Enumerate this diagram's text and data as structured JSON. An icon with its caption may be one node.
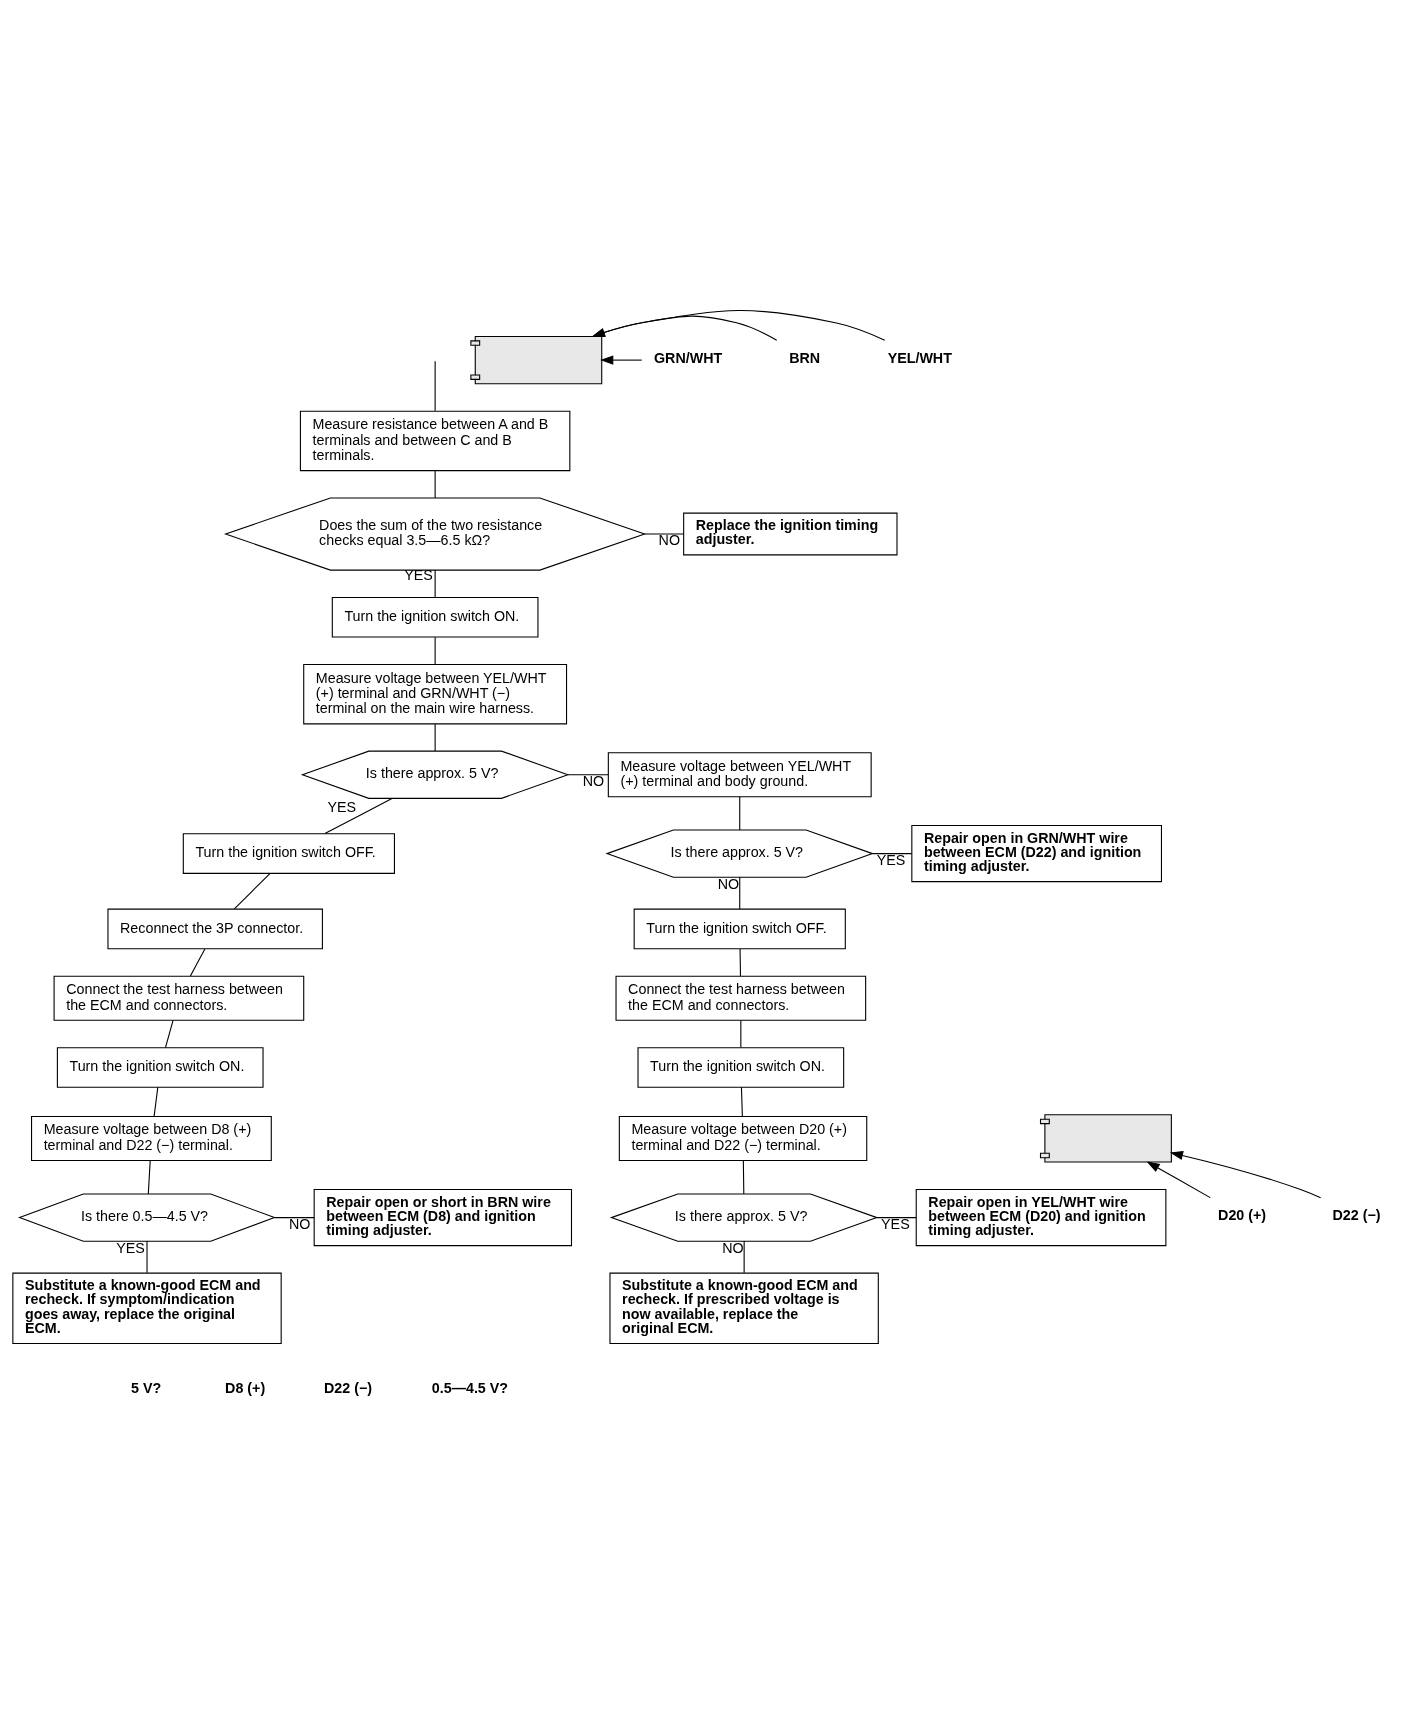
{
  "diagram": {
    "nodes": [
      {
        "text": [
          "Measure resistance between A and B terminals and between C and B terminals."
        ]
      },
      {
        "text": [
          "Does the sum of the two resistance checks equal 3.5—6.5 kΩ?"
        ]
      },
      {
        "text": [
          "Replace the ignition timing adjuster."
        ]
      },
      {
        "text": [
          "Turn the ignition switch ON."
        ]
      },
      {
        "text": [
          "Measure voltage between YEL/WHT (+) terminal and GRN/WHT (−) terminal on the main wire harness."
        ]
      },
      {
        "text": [
          "Is there approx. 5 V?"
        ]
      },
      {
        "text": [
          "Measure voltage between YEL/WHT (+) terminal and body ground."
        ]
      },
      {
        "text": [
          "Is there approx. 5 V?"
        ]
      },
      {
        "text": [
          "Repair open in GRN/WHT wire between ECM (D22) and ignition timing adjuster."
        ]
      },
      {
        "text": [
          "Turn the ignition switch OFF."
        ]
      },
      {
        "text": [
          "Turn the ignition switch OFF."
        ]
      },
      {
        "text": [
          "Reconnect the 3P connector."
        ]
      },
      {
        "text": [
          "Connect the test harness between the ECM and connectors."
        ]
      },
      {
        "text": [
          "Turn the ignition switch ON."
        ]
      },
      {
        "text": [
          "Measure voltage between D20 (+) terminal and D22 (−) terminal."
        ]
      },
      {
        "text": [
          "Connect the test harness between the ECM and connectors."
        ]
      },
      {
        "text": [
          "Turn the ignition switch ON."
        ]
      },
      {
        "text": [
          "Is there approx. 5 V?"
        ]
      },
      {
        "text": [
          "Repair open in YEL/WHT wire between ECM (D20) and ignition timing adjuster."
        ]
      },
      {
        "text": [
          "Substitute a known-good ECM and recheck. If prescribed voltage is now available, replace the original ECM."
        ]
      },
      {
        "text": [
          "Measure voltage between D8 (+) terminal and D22 (−) terminal."
        ]
      },
      {
        "text": [
          "Is there 0.5—4.5 V?"
        ]
      },
      {
        "text": [
          "Repair open or short in BRN wire between ECM (D8) and ignition timing adjuster."
        ]
      },
      {
        "text": [
          "Substitute a known-good ECM and recheck. If symptom/indication goes away, replace the original ECM."
        ]
      },
      {
        "text": [],
        "shape": "picture"
      },
      {
        "text": [
          "GRN/WHT"
        ]
      },
      {
        "text": [
          "BRN"
        ]
      },
      {
        "text": [
          "YEL/WHT"
        ]
      },
      {
        "text": [],
        "shape": "picture"
      },
      {
        "text": [
          "D20 (+)"
        ]
      },
      {
        "text": [
          "D22 (−)"
        ]
      }
    ],
    "edges": [
      {
        "from": null,
        "to": 0,
        "arrow": "none"
      },
      {
        "from": 0,
        "to": 1,
        "arrow": "none"
      },
      {
        "from": 1,
        "to": 2,
        "arrow": "none",
        "label": "NO"
      },
      {
        "from": 1,
        "to": 3,
        "arrow": "none",
        "label": "YES"
      },
      {
        "from": 3,
        "to": 4,
        "arrow": "none"
      },
      {
        "from": 4,
        "to": 5,
        "arrow": "none"
      },
      {
        "from": 5,
        "to": 6,
        "arrow": "none",
        "label": "NO"
      },
      {
        "from": 5,
        "to": 9,
        "arrow": "none",
        "label": "YES"
      },
      {
        "from": 6,
        "to": 7,
        "arrow": "none"
      },
      {
        "from": 7,
        "to": 8,
        "arrow": "none",
        "label": "YES"
      },
      {
        "from": 7,
        "to": 10,
        "arrow": "none",
        "label": "NO"
      },
      {
        "from": 9,
        "to": 11,
        "arrow": "none"
      },
      {
        "from": 10,
        "to": 12,
        "arrow": "none"
      },
      {
        "from": 12,
        "to": 13,
        "arrow": "none"
      },
      {
        "from": 13,
        "to": 14,
        "arrow": "none"
      },
      {
        "from": 11,
        "to": 15,
        "arrow": "none"
      },
      {
        "from": 15,
        "to": 16,
        "arrow": "none"
      },
      {
        "from": 14,
        "to": 17,
        "arrow": "none"
      },
      {
        "from": 17,
        "to": 18,
        "arrow": "none",
        "label": "YES"
      },
      {
        "from": 17,
        "to": 19,
        "arrow": "none",
        "label": "NO"
      },
      {
        "from": 16,
        "to": 20,
        "arrow": "none"
      },
      {
        "from": 20,
        "to": 21,
        "arrow": "none"
      },
      {
        "from": 21,
        "to": 22,
        "arrow": "none",
        "label": "NO"
      },
      {
        "from": 21,
        "to": 23,
        "arrow": "none",
        "label": "YES"
      },
      {
        "from": 25,
        "to": 24,
        "arrow": "to"
      },
      {
        "from": 26,
        "to": 24,
        "arrow": "to"
      },
      {
        "from": 27,
        "to": 24,
        "arrow": "to"
      },
      {
        "from": 29,
        "to": 28,
        "arrow": "to"
      },
      {
        "from": 30,
        "to": 28,
        "arrow": "to"
      }
    ],
    "labels": [
      "5 V?",
      "D8 (+)",
      "D22 (−)",
      "0.5—4.5 V?"
    ]
  }
}
